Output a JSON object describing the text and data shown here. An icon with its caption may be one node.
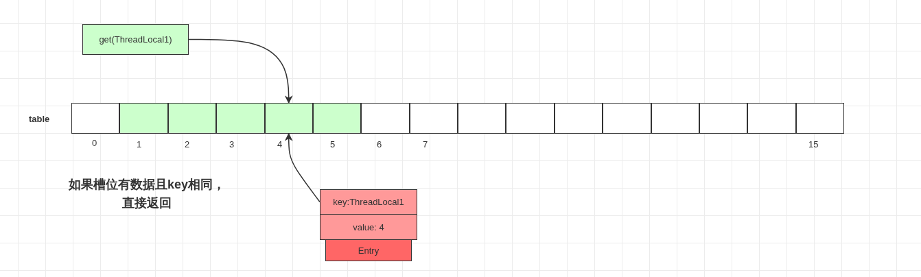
{
  "diagram": {
    "nodes": [
      {
        "text": [
          "get(ThreadLocal1)"
        ]
      },
      {
        "text": [],
        "shape": "box"
      },
      {
        "text": [],
        "shape": "box"
      },
      {
        "text": [],
        "shape": "box"
      },
      {
        "text": [],
        "shape": "box"
      },
      {
        "text": [],
        "shape": "box"
      },
      {
        "text": [],
        "shape": "box"
      },
      {
        "text": [],
        "shape": "box"
      },
      {
        "text": [],
        "shape": "box"
      },
      {
        "text": [],
        "shape": "box"
      },
      {
        "text": [],
        "shape": "box"
      },
      {
        "text": [],
        "shape": "box"
      },
      {
        "text": [],
        "shape": "box"
      },
      {
        "text": [],
        "shape": "box"
      },
      {
        "text": [],
        "shape": "box"
      },
      {
        "text": [],
        "shape": "box"
      },
      {
        "text": [],
        "shape": "box"
      },
      {
        "text": [
          "key:ThreadLocal1"
        ]
      },
      {
        "text": [
          "value: 4"
        ]
      },
      {
        "text": [
          "Entry"
        ]
      }
    ],
    "edges": [
      {
        "from": 0,
        "to": 5,
        "arrow": "to"
      },
      {
        "from": 17,
        "to": 5,
        "arrow": "to"
      }
    ],
    "labels": [
      "table",
      "0",
      "1",
      "2",
      "3",
      "4",
      "5",
      "6",
      "7",
      "15",
      "如果槽位有数据且key相同，直接返回"
    ]
  }
}
